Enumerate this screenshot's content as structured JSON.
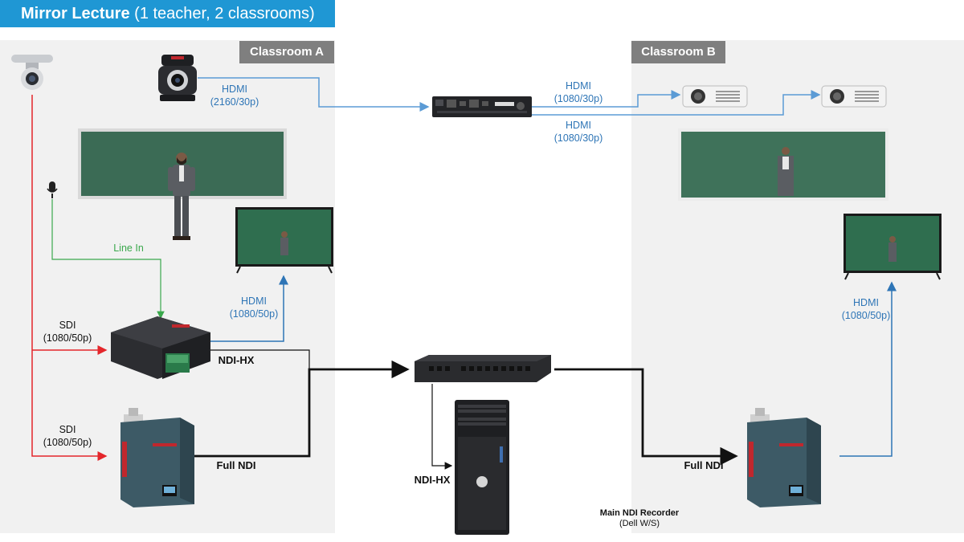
{
  "header": {
    "title_bold": "Mirror Lecture",
    "title_rest": "(1 teacher, 2 classrooms)"
  },
  "rooms": {
    "a": "Classroom A",
    "b": "Classroom B"
  },
  "labels": {
    "hdmi_cam_1": "HDMI",
    "hdmi_cam_2": "(2160/30p)",
    "hdmi_proj1_1": "HDMI",
    "hdmi_proj1_2": "(1080/30p)",
    "hdmi_proj2_1": "HDMI",
    "hdmi_proj2_2": "(1080/30p)",
    "line_in": "Line In",
    "hdmi_tva_1": "HDMI",
    "hdmi_tva_2": "(1080/50p)",
    "sdi1_1": "SDI",
    "sdi1_2": "(1080/50p)",
    "sdi2_1": "SDI",
    "sdi2_2": "(1080/50p)",
    "ndi_hx_a": "NDI-HX",
    "full_ndi_a": "Full NDI",
    "ndi_hx_pc": "NDI-HX",
    "full_ndi_b": "Full NDI",
    "hdmi_tvb_1": "HDMI",
    "hdmi_tvb_2": "(1080/50p)",
    "recorder_1": "Main NDI Recorder",
    "recorder_2": "(Dell W/S)"
  },
  "colors": {
    "sdi": "#e4262b",
    "hdmi": "#2e75b6",
    "audio": "#3aa84c",
    "ndi": "#111111",
    "room_label": "#7f7f7f",
    "title_bar": "#1f97d4"
  }
}
